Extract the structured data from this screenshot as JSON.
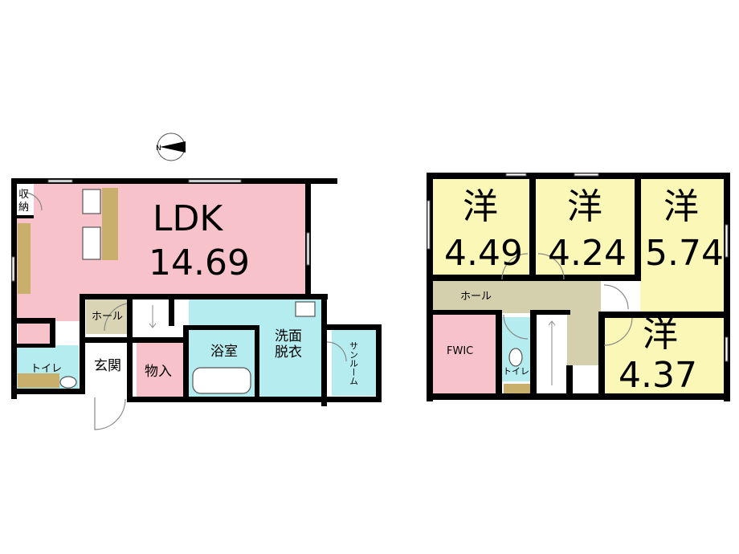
{
  "compass": {
    "north_letter": "N"
  },
  "floor1": {
    "ldk_name": "LDK",
    "ldk_size": "14.69",
    "storage_line1": "収",
    "storage_line2": "納",
    "hall": "ホール",
    "toilet": "トイレ",
    "entrance": "玄関",
    "closet": "物入",
    "bath": "浴室",
    "washroom_line1": "洗面",
    "washroom_line2": "脱衣",
    "sunroom": "サンルーム"
  },
  "floor2": {
    "room1_name": "洋",
    "room1_size": "4.49",
    "room2_name": "洋",
    "room2_size": "4.24",
    "room3_name": "洋",
    "room3_size": "5.74",
    "room4_name": "洋",
    "room4_size": "4.37",
    "hall": "ホール",
    "fwic": "FWIC",
    "toilet": "トイレ"
  },
  "colors": {
    "ldk": "#f7c2c9",
    "closet": "#f7c2c9",
    "hall": "#d9d4b4",
    "wet": "#b5ecf0",
    "room": "#fbf7b6",
    "hall2": "#d4cfad",
    "fwic": "#f7c2c9",
    "wood": "#c8b06c"
  }
}
